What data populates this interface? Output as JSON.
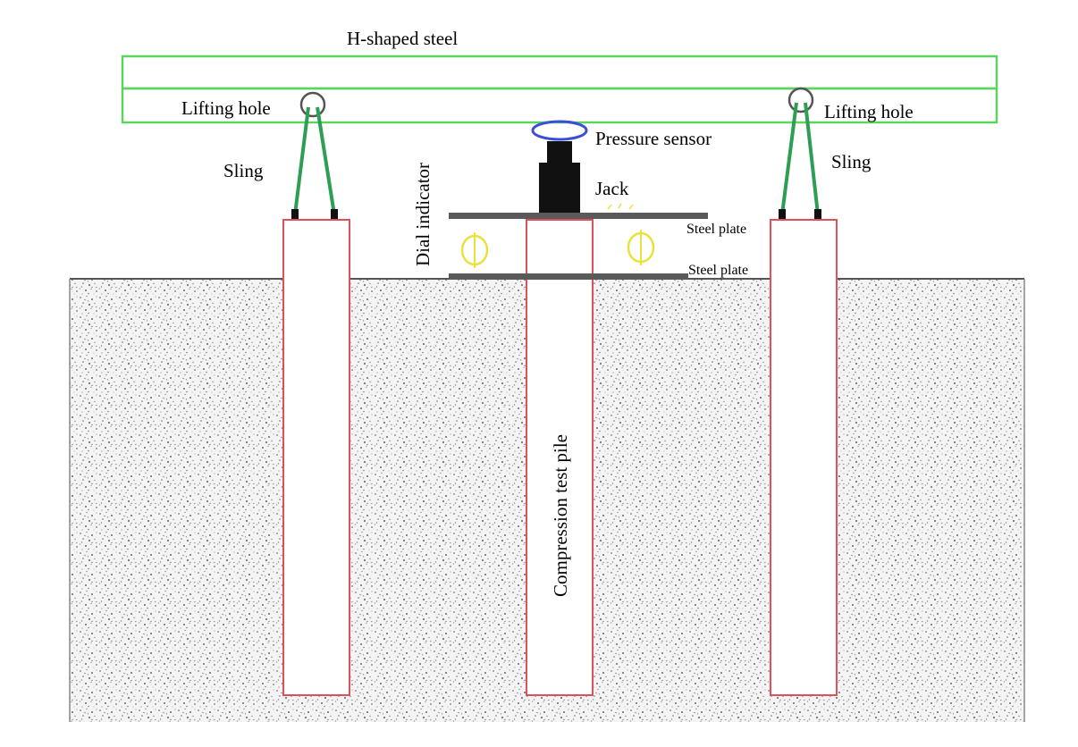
{
  "labels": {
    "h_steel": "H-shaped steel",
    "lifting_hole_left": "Lifting hole",
    "lifting_hole_right": "Lifting hole",
    "sling_left": "Sling",
    "sling_right": "Sling",
    "pressure_sensor": "Pressure sensor",
    "jack": "Jack",
    "dial_indicator": "Dial indicator",
    "steel_plate_top": "Steel plate",
    "steel_plate_bottom": "Steel plate",
    "test_pile": "Compression test pile"
  },
  "colors": {
    "beam": "#5fd35f",
    "pile": "#e0505a",
    "sling": "#2e9e55",
    "sensor": "#3a4fd8",
    "dial": "#e8e23a",
    "plate": "#555555",
    "jack": "#111111",
    "soil_speckle": "#6e6e6e"
  }
}
